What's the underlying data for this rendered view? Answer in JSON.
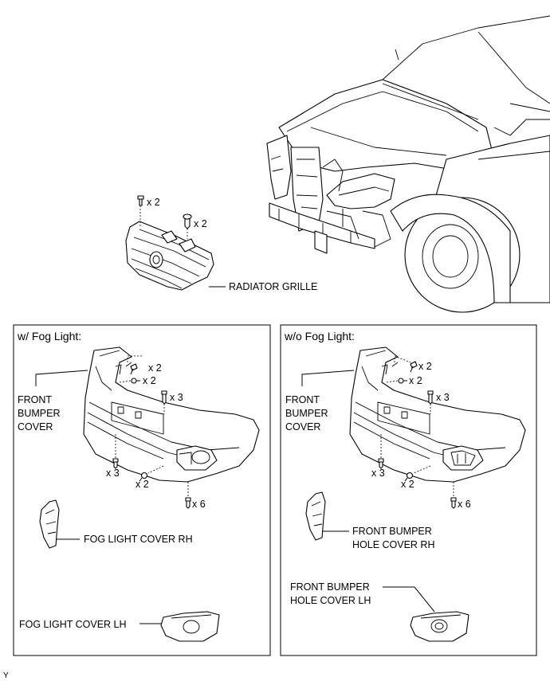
{
  "labels": {
    "radiator_grille": "RADIATOR GRILLE",
    "grille_clip_top_qty": "x 2",
    "grille_clip_right_qty": "x 2"
  },
  "panels": [
    {
      "title": "w/ Fog Light:",
      "bumper_label": [
        "FRONT",
        "BUMPER",
        "COVER"
      ],
      "qty": {
        "screw_top": "x 2",
        "bolt_top": "x 2",
        "clip_mid": "x 3",
        "clip_left": "x 3",
        "bolt_bottom": "x 2",
        "clip_bottom": "x 6"
      },
      "cover_rh": [
        "FOG LIGHT COVER RH"
      ],
      "cover_lh": [
        "FOG LIGHT COVER LH"
      ]
    },
    {
      "title": "w/o Fog Light:",
      "bumper_label": [
        "FRONT",
        "BUMPER",
        "COVER"
      ],
      "qty": {
        "screw_top": "x 2",
        "bolt_top": "x 2",
        "clip_mid": "x 3",
        "clip_left": "x 3",
        "bolt_bottom": "x 2",
        "clip_bottom": "x 6"
      },
      "cover_rh": [
        "FRONT BUMPER",
        "HOLE COVER RH"
      ],
      "cover_lh": [
        "FRONT BUMPER",
        "HOLE COVER LH"
      ]
    }
  ],
  "corner_mark": "Y"
}
